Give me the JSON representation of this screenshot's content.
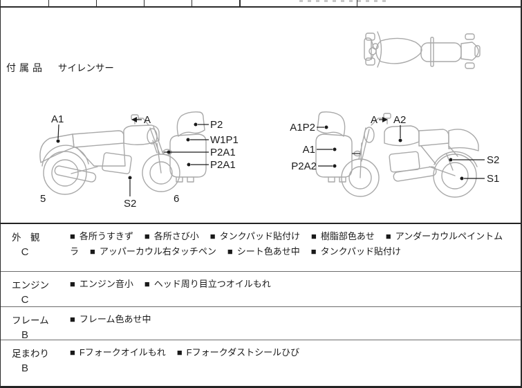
{
  "accessories": {
    "label": "付属品",
    "value": "サイレンサー"
  },
  "diagrams": {
    "left": {
      "a1": "A1",
      "a": "A",
      "s2": "S2",
      "p2": "P2",
      "w1p1": "W1P1",
      "p2a1_top": "P2A1",
      "p2a1_bottom": "P2A1",
      "wheel_rear": "5",
      "wheel_front": "6"
    },
    "right": {
      "a1p2": "A1P2",
      "a1": "A1",
      "p2a2": "P2A2",
      "a": "A",
      "a2": "A2",
      "s2": "S2",
      "s1": "S1"
    }
  },
  "sections": [
    {
      "label": "外　観",
      "grade": "C",
      "items": [
        "各所うすきず",
        "各所さび小",
        "タンクパッド貼付け",
        "樹脂部色あせ",
        "アンダーカウルペイントムラ",
        "アッパーカウル右タッチペン",
        "シート色あせ中",
        "タンクパッド貼付け"
      ]
    },
    {
      "label": "エンジン",
      "grade": "C",
      "items": [
        "エンジン音小",
        "ヘッド周り目立つオイルもれ"
      ]
    },
    {
      "label": "フレーム",
      "grade": "B",
      "items": [
        "フレーム色あせ中"
      ]
    },
    {
      "label": "足まわり",
      "grade": "B",
      "items": [
        "Fフォークオイルもれ",
        "Fフォークダストシールひび"
      ]
    }
  ],
  "colors": {
    "line_art": "#a9a9a9",
    "text": "#1a1a1a",
    "divider_heavy": "#2b2b2b",
    "divider_light": "#6b6b6b"
  }
}
